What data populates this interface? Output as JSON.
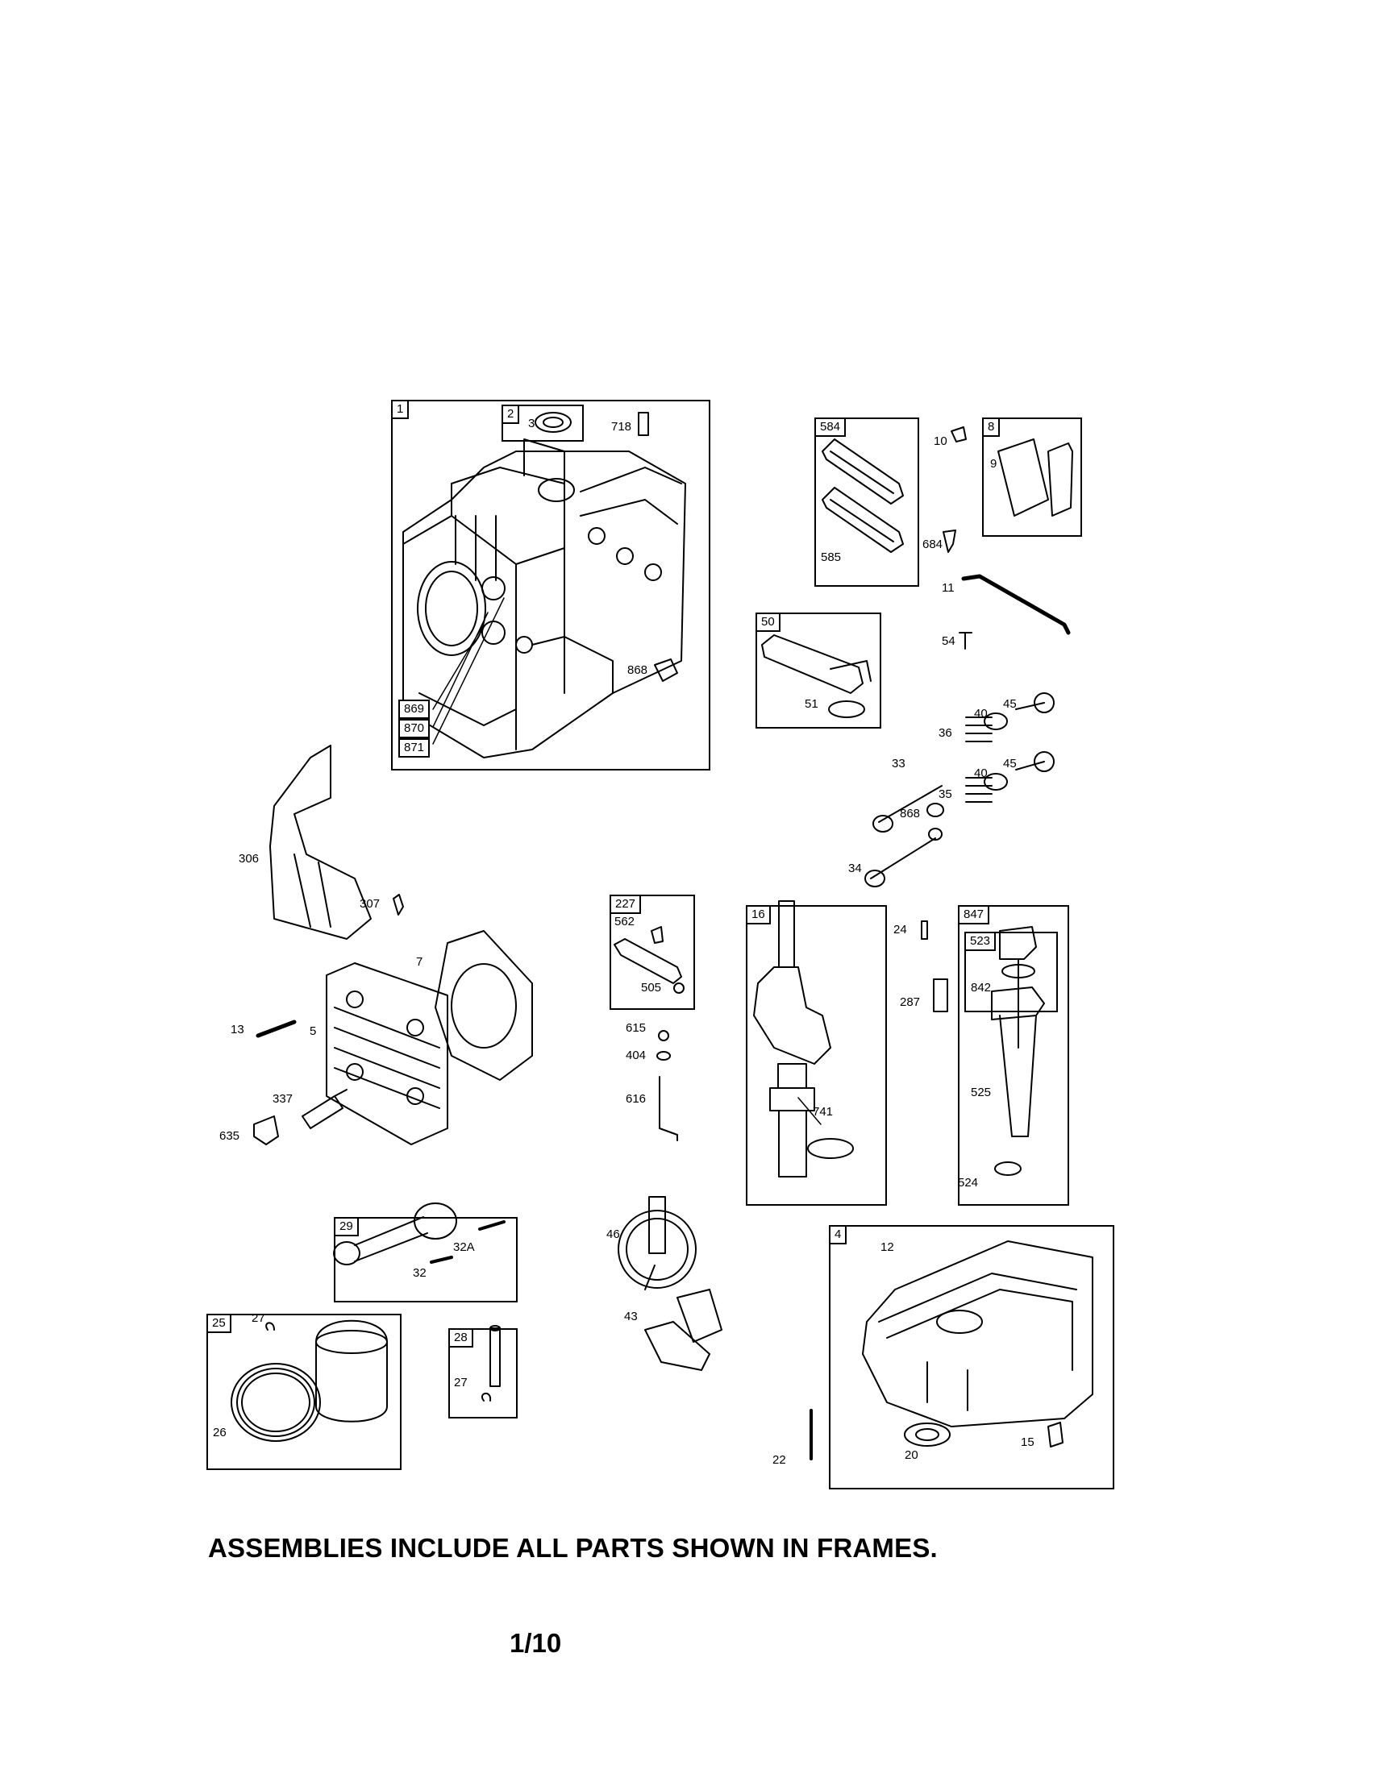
{
  "frames": [
    {
      "id": "1"
    },
    {
      "id": "2"
    },
    {
      "id": "584"
    },
    {
      "id": "8"
    },
    {
      "id": "50"
    },
    {
      "id": "227"
    },
    {
      "id": "16"
    },
    {
      "id": "847"
    },
    {
      "id": "523"
    },
    {
      "id": "29"
    },
    {
      "id": "4"
    },
    {
      "id": "25"
    },
    {
      "id": "28"
    }
  ],
  "labels": {
    "p3": "3",
    "p718": "718",
    "p868a": "868",
    "p869": "869",
    "p870": "870",
    "p871": "871",
    "p10": "10",
    "p9": "9",
    "p585": "585",
    "p684": "684",
    "p11": "11",
    "p54": "54",
    "p51": "51",
    "p40a": "40",
    "p45a": "45",
    "p36": "36",
    "p33": "33",
    "p40b": "40",
    "p45b": "45",
    "p35": "35",
    "p868b": "868",
    "p34": "34",
    "p306": "306",
    "p307": "307",
    "p7": "7",
    "p13": "13",
    "p5": "5",
    "p337": "337",
    "p635": "635",
    "p562": "562",
    "p505": "505",
    "p615": "615",
    "p404": "404",
    "p616": "616",
    "p741": "741",
    "p24": "24",
    "p287": "287",
    "p842": "842",
    "p525": "525",
    "p524": "524",
    "p32A": "32A",
    "p32": "32",
    "p46": "46",
    "p43": "43",
    "p12": "12",
    "p27a": "27",
    "p26": "26",
    "p27b": "27",
    "p22": "22",
    "p20": "20",
    "p15": "15"
  },
  "footer": "ASSEMBLIES INCLUDE ALL PARTS SHOWN IN FRAMES.",
  "page": "1/10"
}
